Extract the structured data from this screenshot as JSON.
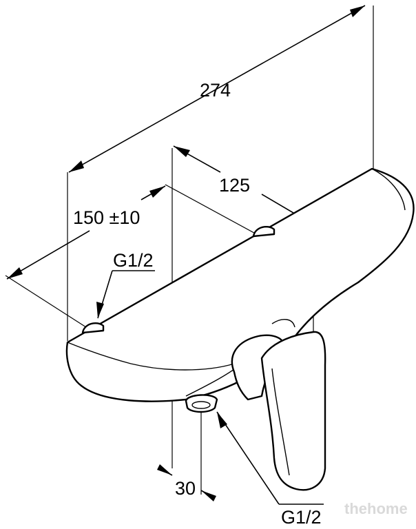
{
  "dimensions": {
    "total_width": "274",
    "spacing": "125",
    "offset": "150 ±10",
    "inlet_left": "G1/2",
    "outlet": "30",
    "outlet_thread": "G1/2"
  },
  "watermark": "thehome"
}
